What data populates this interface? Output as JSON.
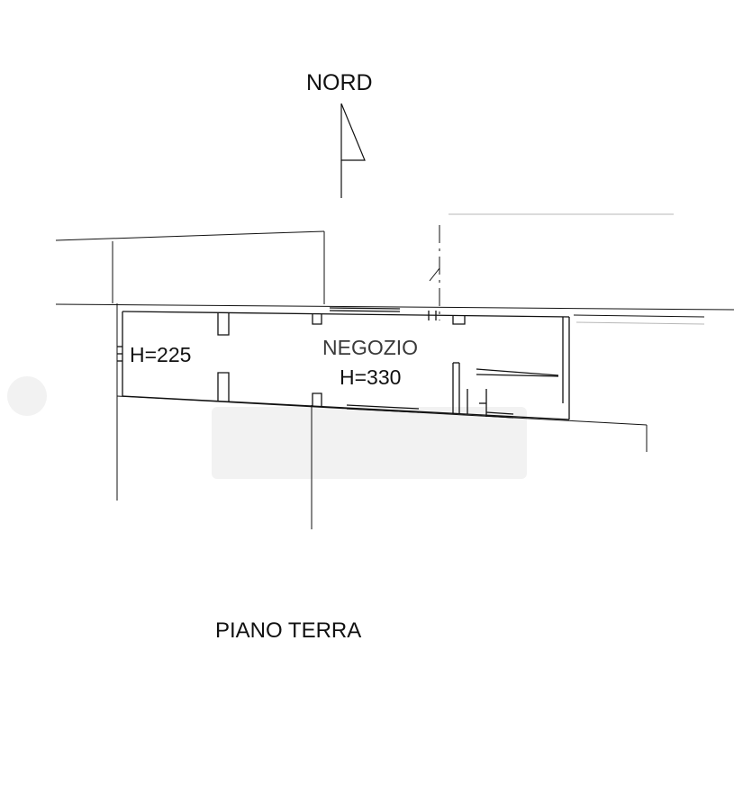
{
  "north": {
    "label": "NORD"
  },
  "rooms": [
    {
      "name": "",
      "height": "H=225"
    },
    {
      "name": "NEGOZIO",
      "height": "H=330"
    }
  ],
  "floor": {
    "label": "PIANO TERRA"
  },
  "colors": {
    "line": "#111111",
    "faint_line": "#9a9a9a",
    "watermark": "#eeeeee",
    "background": "#ffffff"
  }
}
